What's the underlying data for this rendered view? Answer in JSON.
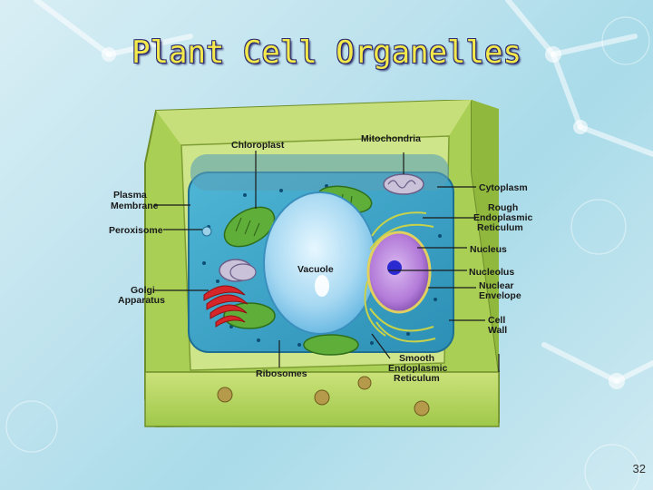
{
  "slide": {
    "title": "Plant Cell Organelles",
    "page_number": "32"
  },
  "diagram": {
    "labels": {
      "chloroplast": "Chloroplast",
      "mitochondria": "Mitochondria",
      "cytoplasm": "Cytoplasm",
      "plasma_membrane_1": "Plasma",
      "plasma_membrane_2": "Membrane",
      "rough_er_1": "Rough",
      "rough_er_2": "Endoplasmic",
      "rough_er_3": "Reticulum",
      "peroxisome": "Peroxisome",
      "nucleus": "Nucleus",
      "vacuole": "Vacuole",
      "nucleolus": "Nucleolus",
      "golgi_1": "Golgi",
      "golgi_2": "Apparatus",
      "nuclear_envelope_1": "Nuclear",
      "nuclear_envelope_2": "Envelope",
      "cell_wall_1": "Cell",
      "cell_wall_2": "Wall",
      "smooth_er_1": "Smooth",
      "smooth_er_2": "Endoplasmic",
      "smooth_er_3": "Reticulum",
      "ribosomes": "Ribosomes"
    }
  }
}
